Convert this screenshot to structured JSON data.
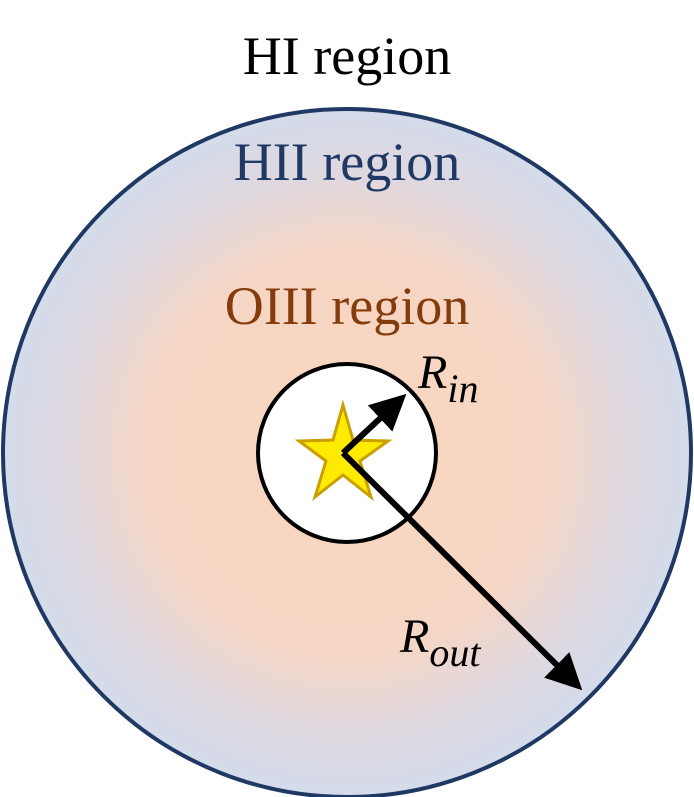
{
  "labels": {
    "hi_region": "HI region",
    "hii_region": "HII region",
    "oiii_region": "OIII region",
    "r_in_symbol": "R",
    "r_in_subscript": "in",
    "r_out_symbol": "R",
    "r_out_subscript": "out"
  },
  "colors": {
    "hi_text": "#000000",
    "hii_text": "#1f3864",
    "oiii_text": "#843c0c",
    "outer_border": "#1f3864",
    "hii_fill": "#d6dcea",
    "oiii_fill": "#f8d5bf",
    "star_fill": "#ffeb00",
    "star_stroke": "#c9a000",
    "arrow": "#000000"
  },
  "icons": {
    "central_star": "star-icon"
  }
}
